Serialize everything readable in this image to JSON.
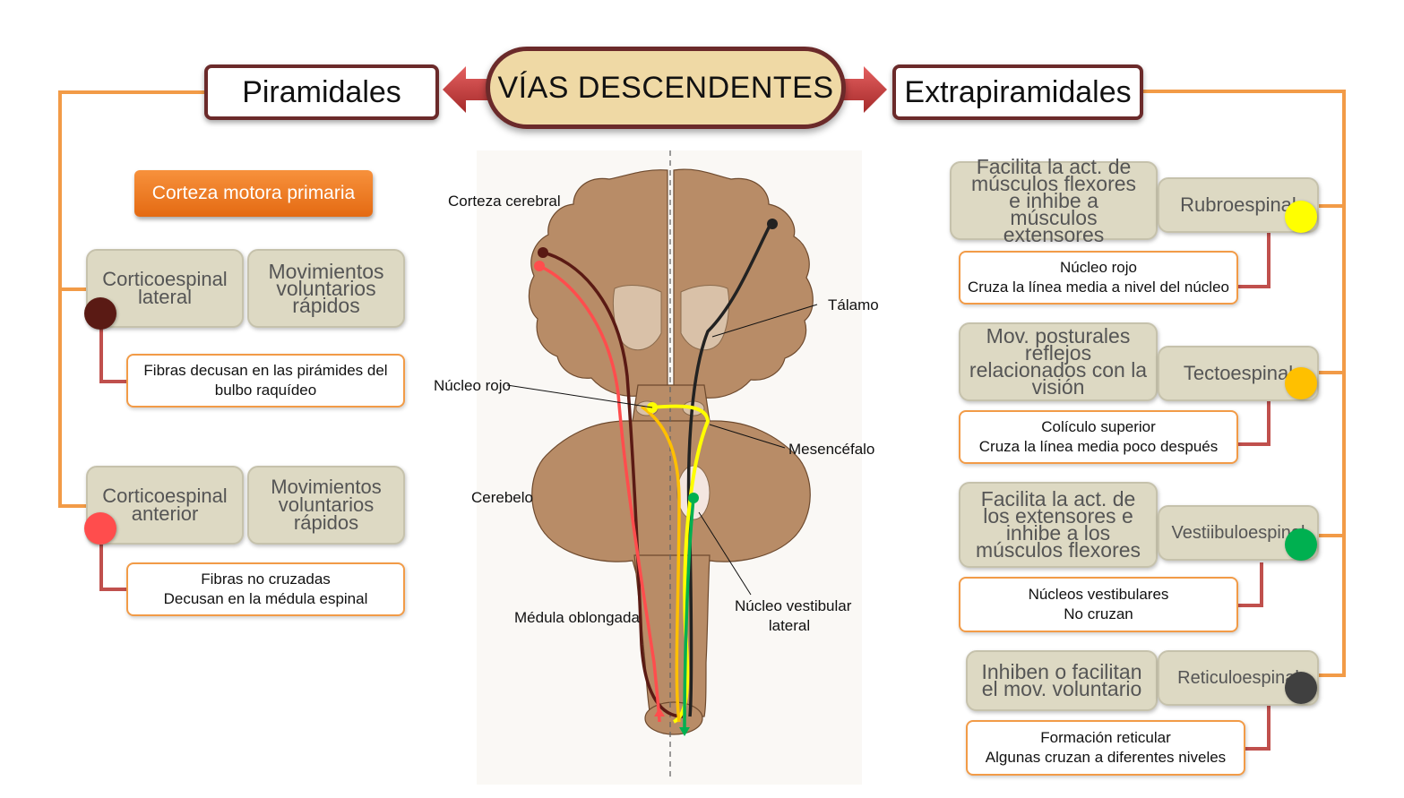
{
  "title": "VÍAS DESCENDENTES",
  "left_header": "Piramidales",
  "right_header": "Extrapiramidales",
  "left": {
    "origin": "Corteza motora primaria",
    "tracts": [
      {
        "name": "Corticoespinal lateral",
        "function": "Movimientos voluntarios rápidos",
        "note_line1": "Fibras decusan en las pirámides del",
        "note_line2": "bulbo raquídeo",
        "color": "#5a1a14"
      },
      {
        "name": "Corticoespinal anterior",
        "function": "Movimientos voluntarios rápidos",
        "note_line1": "Fibras no cruzadas",
        "note_line2": "Decusan en la médula espinal",
        "color": "#ff4d4d"
      }
    ]
  },
  "right": {
    "tracts": [
      {
        "name": "Rubroespinal",
        "function": "Facilita la act. de músculos flexores e inhibe a músculos extensores",
        "note_line1": "Núcleo rojo",
        "note_line2": "Cruza la línea media a nivel del núcleo",
        "color": "#ffff00"
      },
      {
        "name": "Tectoespinal",
        "function": "Mov. posturales reflejos relacionados con la visión",
        "note_line1": "Colículo superior",
        "note_line2": "Cruza la línea media poco después",
        "color": "#ffc000"
      },
      {
        "name": "Vestiibuloespinal",
        "function": "Facilita la act. de los extensores e inhibe a los músculos flexores",
        "note_line1": "Núcleos vestibulares",
        "note_line2": "No cruzan",
        "color": "#00b050"
      },
      {
        "name": "Reticuloespinal",
        "function": "Inhiben o facilitan el mov. voluntario",
        "note_line1": "Formación reticular",
        "note_line2": "Algunas  cruzan a diferentes niveles",
        "color": "#404040"
      }
    ]
  },
  "brain_labels": {
    "corteza": "Corteza cerebral",
    "talamo": "Tálamo",
    "nucleo_rojo": "Núcleo rojo",
    "mesencefalo": "Mesencéfalo",
    "cerebelo": "Cerebelo",
    "medula": "Médula oblongada",
    "vestibular_1": "Núcleo vestibular",
    "vestibular_2": "lateral"
  },
  "colors": {
    "border": "#6b2a2a",
    "connector": "#f29b47",
    "accent": "#c0504d",
    "tissue": "#b88c67"
  }
}
